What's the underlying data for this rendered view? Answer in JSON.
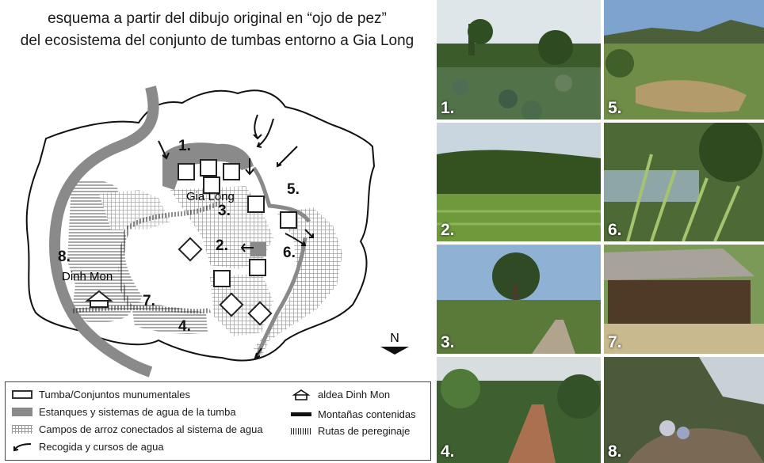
{
  "title": {
    "line1": "esquema a partir del dibujo original en “ojo de pez”",
    "line2": "del ecosistema del conjunto de tumbas entorno a  Gia Long"
  },
  "map": {
    "label_gia_long": "Gia Long",
    "label_dinh_mon": "Dinh Mon",
    "north": "N",
    "numbers": [
      "1.",
      "2.",
      "3.",
      "4.",
      "5.",
      "6.",
      "7.",
      "8."
    ]
  },
  "legend": {
    "tomb": "Tumba/Conjuntos munumentales",
    "ponds": "Estanques y sistemas de agua de la tumba",
    "rice": "Campos de arroz conectados al sistema de agua",
    "water": "Recogida y cursos de agua",
    "village": "aldea Dinh Mon",
    "mountains": "Montañas contenidas",
    "routes": "Rutas de pereginaje"
  },
  "photos": [
    {
      "label": "1."
    },
    {
      "label": "2."
    },
    {
      "label": "3."
    },
    {
      "label": "4."
    },
    {
      "label": "5."
    },
    {
      "label": "6."
    },
    {
      "label": "7."
    },
    {
      "label": "8."
    }
  ]
}
